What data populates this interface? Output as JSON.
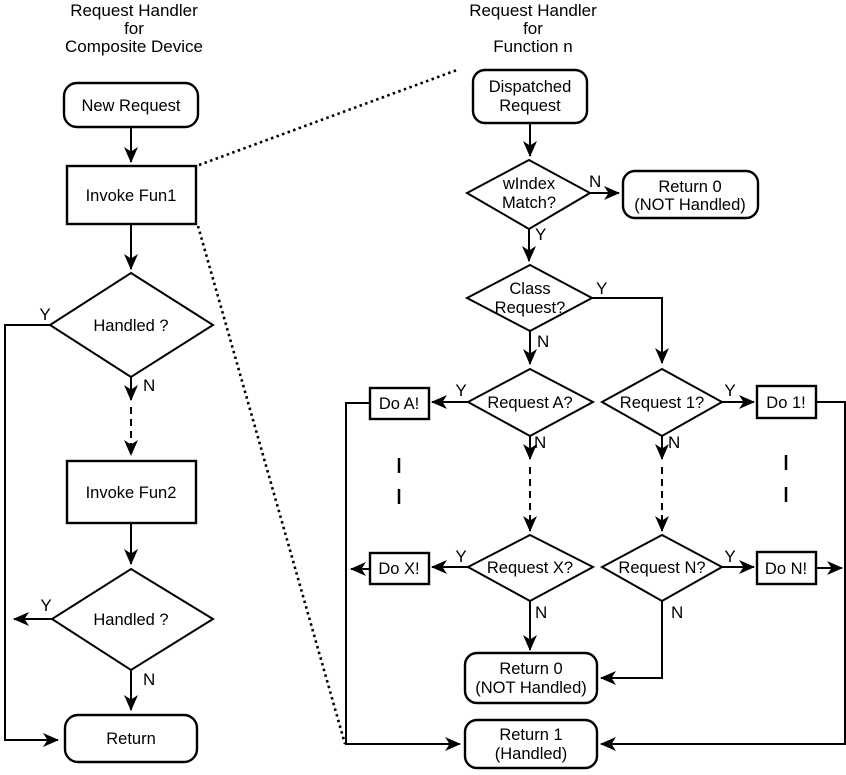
{
  "titles": {
    "left": [
      "Request Handler",
      "for",
      "Composite Device"
    ],
    "right": [
      "Request Handler",
      "for",
      "Function n"
    ]
  },
  "left_flow": {
    "new_request": "New Request",
    "invoke_fun1": "Invoke Fun1",
    "handled_1": "Handled ?",
    "invoke_fun2": "Invoke Fun2",
    "handled_2": "Handled ?",
    "return": "Return"
  },
  "right_flow": {
    "dispatched_request": [
      "Dispatched",
      "Request"
    ],
    "windex_match": [
      "wIndex",
      "Match?"
    ],
    "return0_top": [
      "Return 0",
      "(NOT Handled)"
    ],
    "class_request": [
      "Class",
      "Request?"
    ],
    "request_a": "Request A?",
    "request_1": "Request 1?",
    "request_x": "Request X?",
    "request_n": "Request N?",
    "do_a": "Do A!",
    "do_1": "Do 1!",
    "do_x": "Do X!",
    "do_n": "Do N!",
    "return0_bottom": [
      "Return 0",
      "(NOT Handled)"
    ],
    "return1": [
      "Return 1",
      "(Handled)"
    ]
  },
  "branch_labels": {
    "yes": "Y",
    "no": "N"
  },
  "colors": {
    "stroke": "#000000",
    "background": "#ffffff"
  }
}
